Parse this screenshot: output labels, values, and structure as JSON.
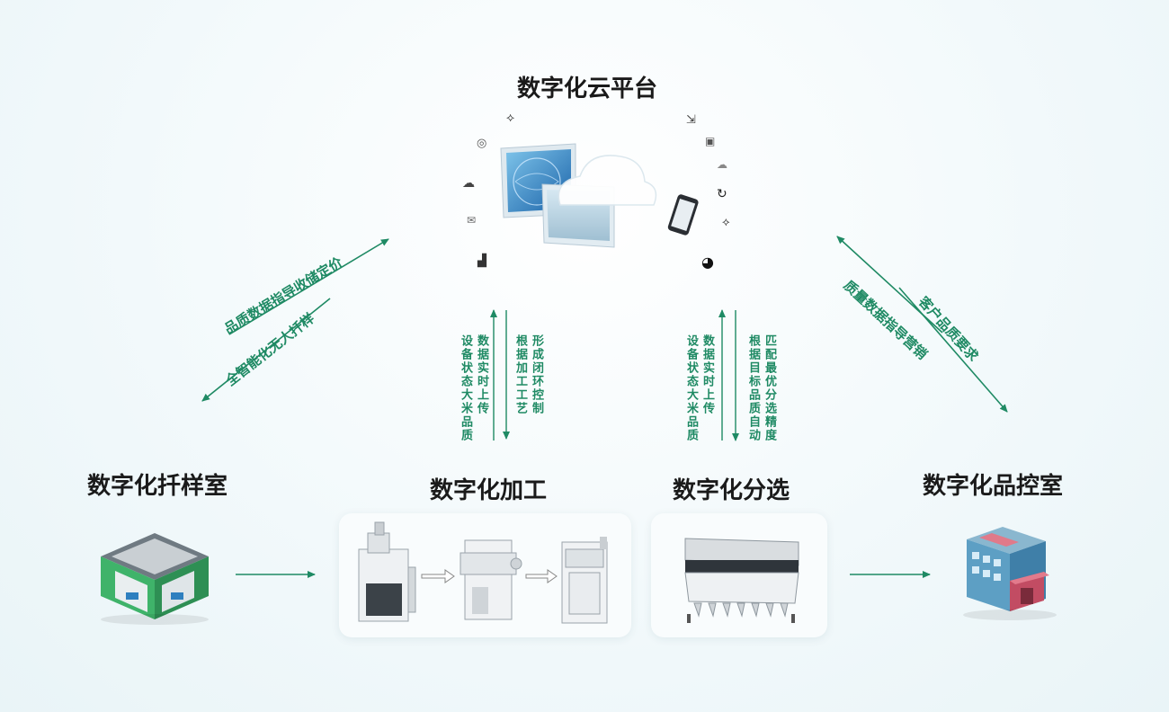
{
  "nodes": {
    "cloud": "数字化云平台",
    "sampling": "数字化扦样室",
    "processing": "数字化加工",
    "sorting": "数字化分选",
    "qc": "数字化品控室"
  },
  "left_flow": {
    "up_label": "品质数据指导收储定价",
    "down_label": "全智能化无人扦样"
  },
  "processing_flow": {
    "col_1": "设备状态大米品质",
    "col_2": "数据实时上传",
    "col_3": "根据加工工艺",
    "col_4": "形成闭环控制"
  },
  "sorting_flow": {
    "col_1": "设备状态大米品质",
    "col_2": "数据实时上传",
    "col_3": "根据目标品质自动",
    "col_4": "匹配最优分选精度"
  },
  "right_flow": {
    "up_label": "质量数据指导营销",
    "down_label": "客户品质要求"
  },
  "colors": {
    "accent": "#1f8a64",
    "title": "#1a1a1a",
    "panel": "#f9fcfd"
  }
}
